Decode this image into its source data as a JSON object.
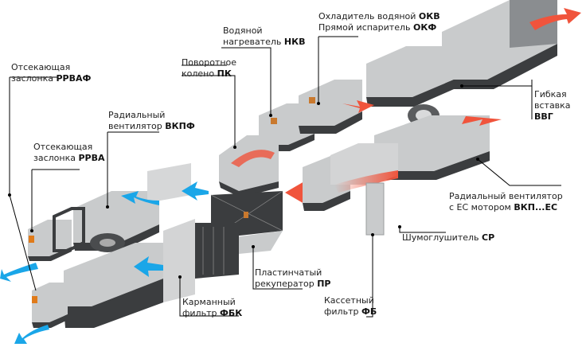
{
  "diagram": {
    "title": "Ventilation system components",
    "colors": {
      "supply_air": "#1aa6e8",
      "return_air": "#f0543c",
      "casing_light": "#c9cbcc",
      "casing_dark": "#3b3d3f",
      "callout_line": "#000000"
    },
    "labels": [
      {
        "id": "rrvaf",
        "text": "Отсекающая\nзаслонка",
        "code": "РРВАФ"
      },
      {
        "id": "vkpf",
        "text": "Радиальный\nвентилятор",
        "code": "ВКПФ"
      },
      {
        "id": "rrva",
        "text": "Отсекающая\nзаслонка",
        "code": "РРВА"
      },
      {
        "id": "pk",
        "text": "Поворотное\nколено",
        "code": "ПК"
      },
      {
        "id": "nkv",
        "text": "Водяной\nнагреватель",
        "code": "НКВ"
      },
      {
        "id": "okv",
        "text": "Охладитель водяной",
        "code": "ОКВ"
      },
      {
        "id": "okf",
        "text": "Прямой испаритель",
        "code": "ОКФ"
      },
      {
        "id": "vvg",
        "text": "Гибкая\nвставка",
        "code": "ВВГ"
      },
      {
        "id": "vkpec",
        "text": "Радиальный вентилятор\nс ЕС мотором",
        "code": "ВКП...ЕС"
      },
      {
        "id": "sr",
        "text": "Шумоглушитель",
        "code": "СР"
      },
      {
        "id": "pr",
        "text": "Пластинчатый\nрекуператор",
        "code": "ПР"
      },
      {
        "id": "fb",
        "text": "Кассетный\nфильтр",
        "code": "ФБ"
      },
      {
        "id": "fbk",
        "text": "Карманный\nфильтр",
        "code": "ФБК"
      }
    ]
  }
}
